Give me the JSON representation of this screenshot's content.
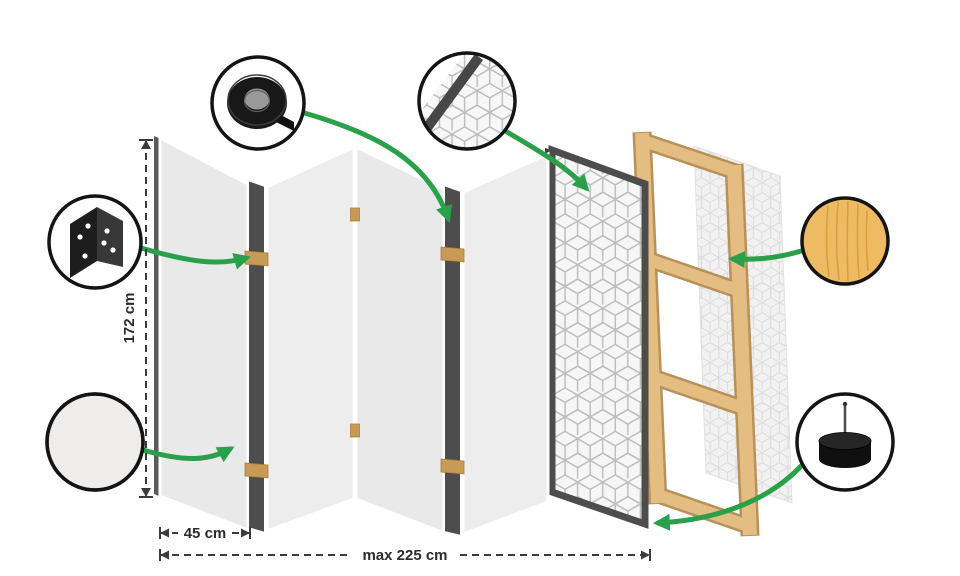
{
  "diagram": {
    "title": "folding-screen-construction-diagram",
    "dimensions": {
      "height_label": "172 cm",
      "panel_width_label": "45 cm",
      "total_width_label": "max 225 cm"
    },
    "callouts": [
      {
        "id": "tape",
        "icon": "adhesive-tape-icon"
      },
      {
        "id": "hinge",
        "icon": "metal-hinge-icon"
      },
      {
        "id": "fleece",
        "icon": "nonwoven-fleece-texture-icon"
      },
      {
        "id": "pattern",
        "icon": "geometric-pattern-closeup-icon"
      },
      {
        "id": "wood",
        "icon": "pine-wood-icon"
      },
      {
        "id": "foot",
        "icon": "anti-slip-foot-icon"
      }
    ],
    "colors": {
      "arrow_green": "#2aa04a",
      "edge_dark": "#4d4d4d",
      "wood": "#e4bd82",
      "wood_border": "#b88c52",
      "hinge_tan": "#c79a55",
      "panel_gray": "#e9e9e9"
    }
  }
}
